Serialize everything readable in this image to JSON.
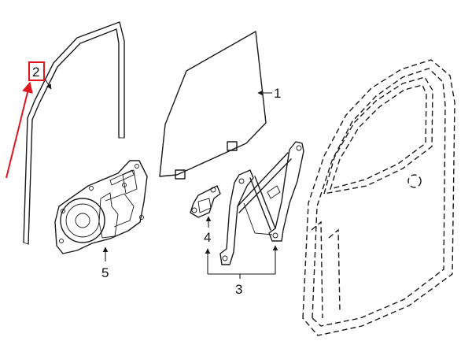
{
  "callouts": {
    "c1": "1",
    "c2": "2",
    "c3": "3",
    "c4": "4",
    "c5": "5"
  },
  "colors": {
    "highlight": "#e0161e",
    "line": "#1a1a1a"
  }
}
